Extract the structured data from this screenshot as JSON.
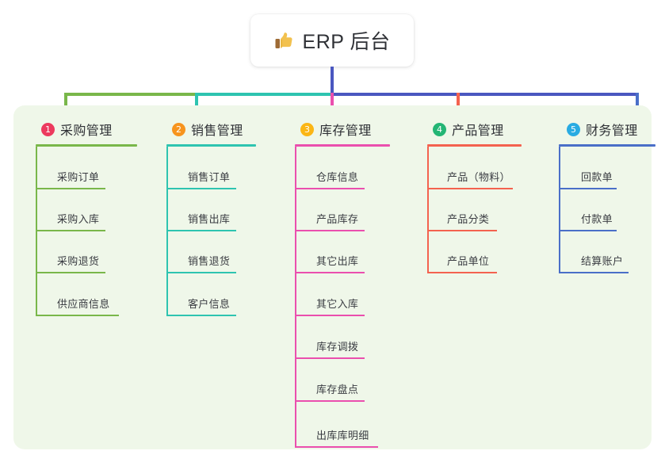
{
  "root": {
    "icon": "thumbs-up-icon",
    "label": "ERP 后台"
  },
  "palette": {
    "panel_bg": "#eff7e9",
    "page_bg": "#ffffff",
    "text": "#2f3136",
    "stem": "#4a57c0"
  },
  "columns": [
    {
      "index": "1",
      "badge_color": "#ec3a5e",
      "line_color": "#79b74a",
      "title": "采购管理",
      "items": [
        "采购订单",
        "采购入库",
        "采购退货",
        "供应商信息"
      ]
    },
    {
      "index": "2",
      "badge_color": "#f7941e",
      "line_color": "#2ec4b0",
      "title": "销售管理",
      "items": [
        "销售订单",
        "销售出库",
        "销售退货",
        "客户信息"
      ]
    },
    {
      "index": "3",
      "badge_color": "#fbb615",
      "line_color": "#ea4fae",
      "title": "库存管理",
      "items": [
        "仓库信息",
        "产品库存",
        "其它出库",
        "其它入库",
        "库存调拨",
        "库存盘点",
        "出库库明细"
      ]
    },
    {
      "index": "4",
      "badge_color": "#23b574",
      "line_color": "#f4624f",
      "title": "产品管理",
      "items": [
        "产品（物料）",
        "产品分类",
        "产品单位"
      ]
    },
    {
      "index": "5",
      "badge_color": "#29abe2",
      "line_color": "#4a6fc8",
      "title": "财务管理",
      "items": [
        "回款单",
        "付款单",
        "结算账户"
      ]
    }
  ]
}
